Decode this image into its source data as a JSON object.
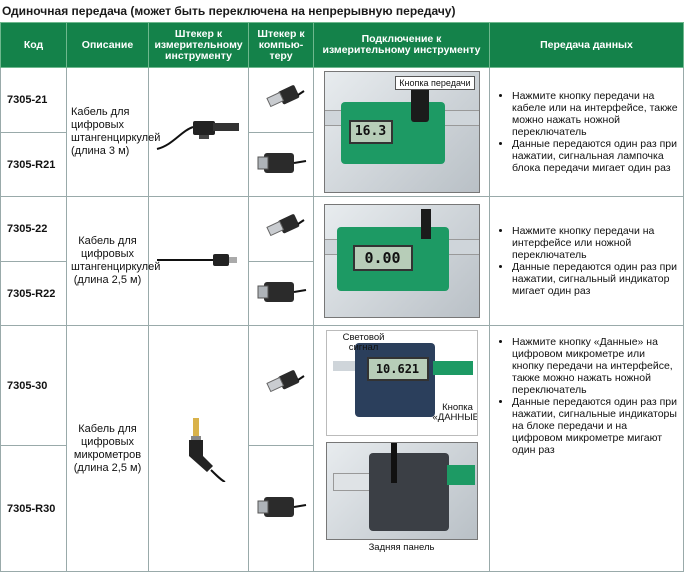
{
  "title": "Одиночная передача (может быть переключена на непрерывную передачу)",
  "headers": {
    "code": "Код",
    "description": "Описание",
    "plug_tool": "Штекер к измерительному инструменту",
    "plug_pc": "Штекер к компью-теру",
    "connection": "Подключение к измерительному инструменту",
    "transfer": "Передача данных"
  },
  "groups": [
    {
      "codes": [
        "7305-21",
        "7305-R21"
      ],
      "description": "Кабель для цифровых штангенциркулей (длина 3 м)",
      "callouts": [
        "Кнопка передачи"
      ],
      "lcd": "16.3",
      "bullets": [
        "Нажмите кнопку передачи на кабеле или на интерфейсе, также можно нажать ножной переключатель",
        "Данные передаются один раз при нажатии, сигнальная лампочка блока передачи мигает один раз"
      ]
    },
    {
      "codes": [
        "7305-22",
        "7305-R22"
      ],
      "description": "Кабель для цифровых штангенциркулей (длина 2,5 м)",
      "lcd": "0.00",
      "bullets": [
        "Нажмите кнопку передачи на интерфейсе или ножной переключатель",
        "Данные передаются один раз при нажатии, сигнальный индикатор мигает один раз"
      ]
    },
    {
      "codes": [
        "7305-30",
        "7305-R30"
      ],
      "description": "Кабель для цифровых микрометров (длина 2,5 м)",
      "callouts": [
        "Световой сигнал",
        "Кнопка «ДАННЫЕ»"
      ],
      "lcd": "10.621",
      "caption": "Задняя панель",
      "bullets": [
        "Нажмите кнопку «Данные» на цифровом микрометре или кнопку передачи на интерфейсе, также можно нажать ножной переключатель",
        "Данные передаются один раз при нажатии, сигнальные индикаторы на блоке передачи и на цифровом микрометре мигают один раз"
      ]
    }
  ],
  "colors": {
    "header_bg": "#14824a",
    "device_green": "#1d9a64"
  }
}
